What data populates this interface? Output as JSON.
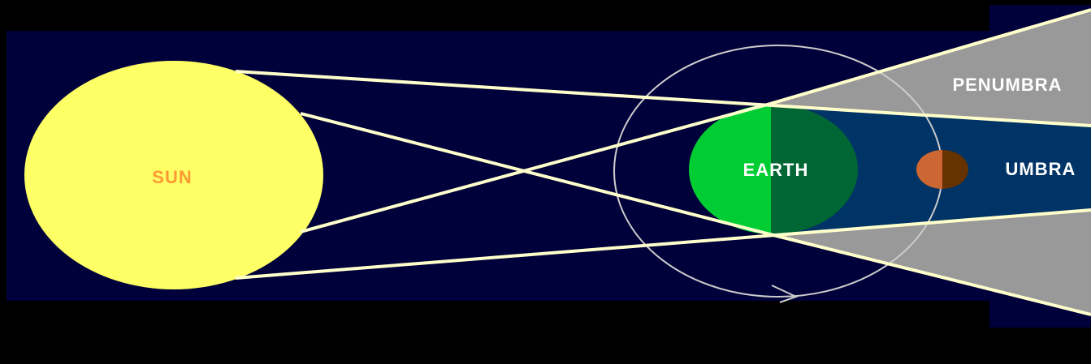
{
  "labels": {
    "sun": "SUN",
    "earth": "EARTH",
    "penumbra": "PENUMBRA",
    "umbra": "UMBRA"
  },
  "colors": {
    "background": "#000000",
    "space": "#00003a",
    "sun": "#ffff66",
    "sun_label": "#ff9933",
    "earth_day": "#00cc33",
    "earth_night": "#006633",
    "umbra": "#003366",
    "penumbra": "#999999",
    "rays": "#ffffcc",
    "orbit": "#cccccc",
    "moon_lit": "#cc6633",
    "moon_dark": "#663300",
    "label_text": "#ffffff"
  }
}
